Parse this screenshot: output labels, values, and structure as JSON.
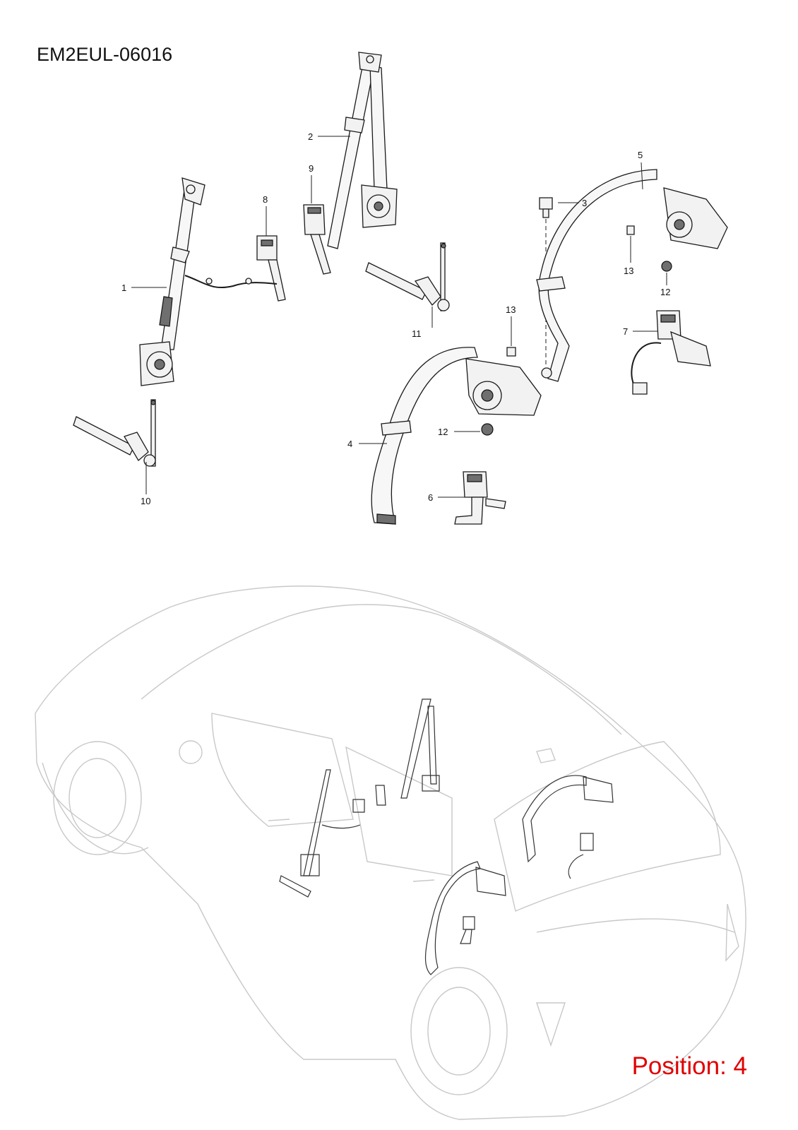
{
  "diagram_title": "EM2EUL-06016",
  "position_label": "Position: 4",
  "accent_color": "#e00000",
  "callouts": [
    {
      "id": "callout-1",
      "text": "1"
    },
    {
      "id": "callout-2",
      "text": "2"
    },
    {
      "id": "callout-3",
      "text": "3"
    },
    {
      "id": "callout-4",
      "text": "4"
    },
    {
      "id": "callout-5",
      "text": "5"
    },
    {
      "id": "callout-6",
      "text": "6"
    },
    {
      "id": "callout-7",
      "text": "7"
    },
    {
      "id": "callout-8",
      "text": "8"
    },
    {
      "id": "callout-9",
      "text": "9"
    },
    {
      "id": "callout-10",
      "text": "10"
    },
    {
      "id": "callout-11",
      "text": "11"
    },
    {
      "id": "callout-12a",
      "text": "12"
    },
    {
      "id": "callout-12b",
      "text": "12"
    },
    {
      "id": "callout-13a",
      "text": "13"
    },
    {
      "id": "callout-13b",
      "text": "13"
    }
  ]
}
